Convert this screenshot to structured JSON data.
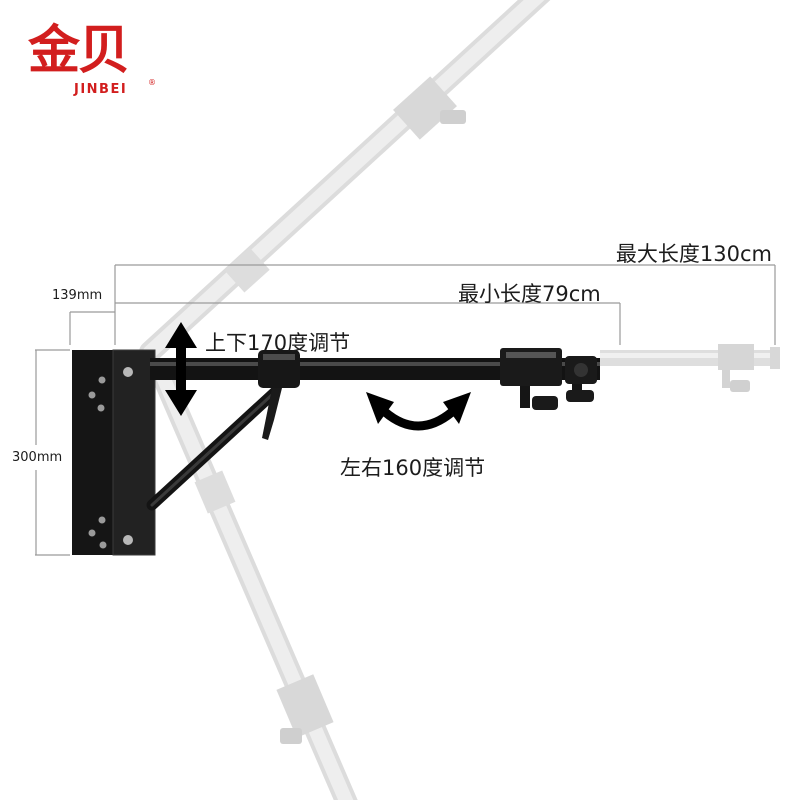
{
  "logo": {
    "chinese": "金贝",
    "brand": "JINBEI",
    "registered": "®"
  },
  "dimensions": {
    "max_length": "最大长度130cm",
    "min_length": "最小长度79cm",
    "depth": "139mm",
    "height": "300mm"
  },
  "adjustments": {
    "vertical": "上下170度调节",
    "horizontal": "左右160度调节"
  },
  "colors": {
    "brand_red": "#d21e1e",
    "arm_black": "#141414",
    "ghost_gray": "#d2d2d2"
  }
}
